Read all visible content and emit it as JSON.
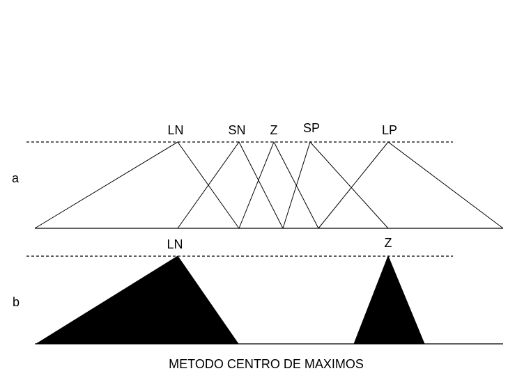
{
  "panel_a": {
    "label": "a",
    "sets": [
      "LN",
      "SN",
      "Z",
      "SP",
      "LP"
    ]
  },
  "panel_b": {
    "label": "b",
    "sets": [
      "LN",
      "Z"
    ]
  },
  "caption": "METODO CENTRO DE MAXIMOS"
}
